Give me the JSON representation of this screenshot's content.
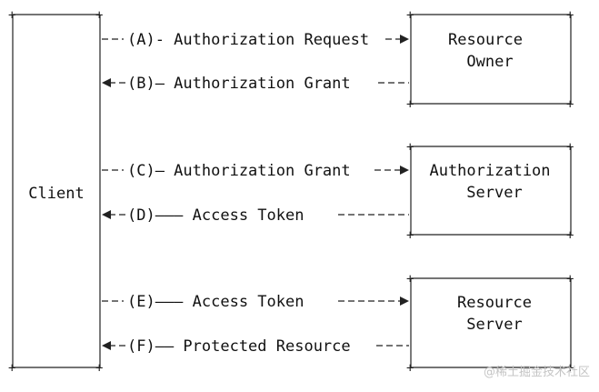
{
  "diagram": {
    "client": {
      "label": "Client"
    },
    "boxes": [
      {
        "lines": [
          "Resource",
          "Owner"
        ]
      },
      {
        "lines": [
          "Authorization",
          "Server"
        ]
      },
      {
        "lines": [
          "Resource",
          "Server"
        ]
      }
    ],
    "flows": [
      {
        "text": "(A)- Authorization Request",
        "direction": "right"
      },
      {
        "text": "(B)— Authorization Grant",
        "direction": "left"
      },
      {
        "text": "(C)— Authorization Grant",
        "direction": "right"
      },
      {
        "text": "(D)——— Access Token",
        "direction": "left"
      },
      {
        "text": "(E)——— Access Token",
        "direction": "right"
      },
      {
        "text": "(F)—— Protected Resource",
        "direction": "left"
      }
    ]
  },
  "watermark": "@稀土掘金技术社区"
}
